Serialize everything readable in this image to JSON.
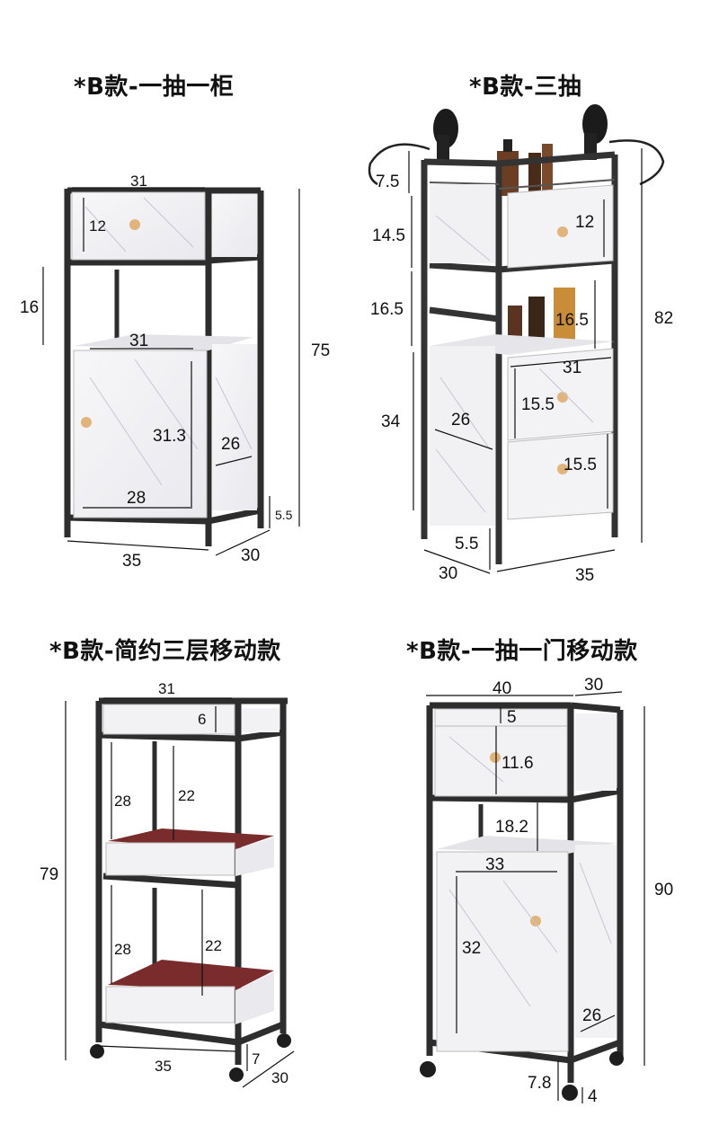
{
  "panels": [
    {
      "title": "*B款-一抽一柜",
      "dims": {
        "drawer_width": "31",
        "drawer_height": "12",
        "shelf_gap": "16",
        "cabinet_width": "31",
        "total_height": "75",
        "door_height": "31.3",
        "inner_depth": "26",
        "door_width": "28",
        "base_height": "5.5",
        "outer_width": "35",
        "outer_depth": "30"
      }
    },
    {
      "title": "*B款-三抽",
      "dims": {
        "top_rail": "7.5",
        "drawer_top": "12",
        "drawer_top_gap": "14.5",
        "shelf_gap": "16.5",
        "bottle_height": "16.5",
        "total_height": "82",
        "drawer_width": "31",
        "drawer_mid": "15.5",
        "cabinet_height": "34",
        "inner_depth": "26",
        "drawer_bottom": "15.5",
        "base_height": "5.5",
        "outer_depth": "30",
        "outer_width": "35"
      }
    },
    {
      "title": "*B款-简约三层移动款",
      "dims": {
        "top_width": "31",
        "top_depth": "6",
        "level_gap_left_1": "28",
        "level_gap_right_1": "22",
        "total_height": "79",
        "level_gap_left_2": "28",
        "level_gap_right_2": "22",
        "base_height": "7",
        "outer_width": "35",
        "outer_depth": "30"
      }
    },
    {
      "title": "*B款-一抽一门移动款",
      "dims": {
        "outer_width": "40",
        "outer_depth": "30",
        "top_gap": "5",
        "drawer_height": "11.6",
        "shelf_gap": "18.2",
        "cabinet_width": "33",
        "total_height": "90",
        "door_height": "32",
        "inner_depth": "26",
        "wheel_height": "7.8",
        "base_gap": "4"
      }
    }
  ]
}
